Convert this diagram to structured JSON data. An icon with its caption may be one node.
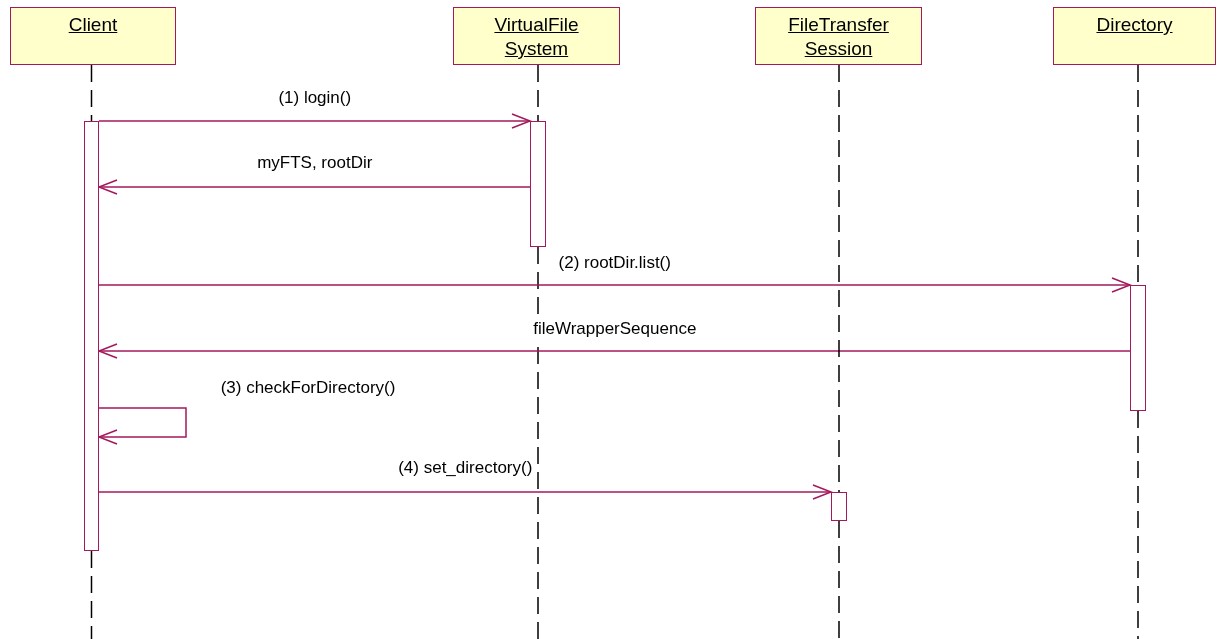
{
  "diagram": {
    "nodes": [
      {
        "text": [
          "Client"
        ]
      },
      {
        "text": [
          "VirtualFile System"
        ]
      },
      {
        "text": [
          "FileTransfer Session"
        ]
      },
      {
        "text": [
          "Directory"
        ]
      },
      {
        "text": [],
        "shape": "bar"
      },
      {
        "text": [],
        "shape": "bar"
      },
      {
        "text": [],
        "shape": "bar"
      },
      {
        "text": [],
        "shape": "bar"
      }
    ],
    "edges": [
      {
        "from": 4,
        "to": 5,
        "arrow": "to",
        "label": "(1) login()"
      },
      {
        "from": 5,
        "to": 4,
        "arrow": "to",
        "label": "myFTS, rootDir"
      },
      {
        "from": 4,
        "to": 6,
        "arrow": "to",
        "label": "(2) rootDir.list()"
      },
      {
        "from": 6,
        "to": 4,
        "arrow": "to",
        "label": "fileWrapperSequence"
      },
      {
        "from": 4,
        "to": 4,
        "arrow": "to",
        "label": "(3) checkForDirectory()"
      },
      {
        "from": 4,
        "to": 7,
        "arrow": "to",
        "label": "(4) set_directory()"
      },
      {
        "from": 0,
        "to": 4,
        "arrow": "none",
        "style": "dashed",
        "color": "#000000"
      },
      {
        "from": 1,
        "to": 5,
        "arrow": "none",
        "style": "dashed",
        "color": "#000000"
      },
      {
        "from": 2,
        "to": 7,
        "arrow": "none",
        "style": "dashed",
        "color": "#000000"
      },
      {
        "from": 3,
        "to": 6,
        "arrow": "none",
        "style": "dashed",
        "color": "#000000"
      }
    ]
  }
}
